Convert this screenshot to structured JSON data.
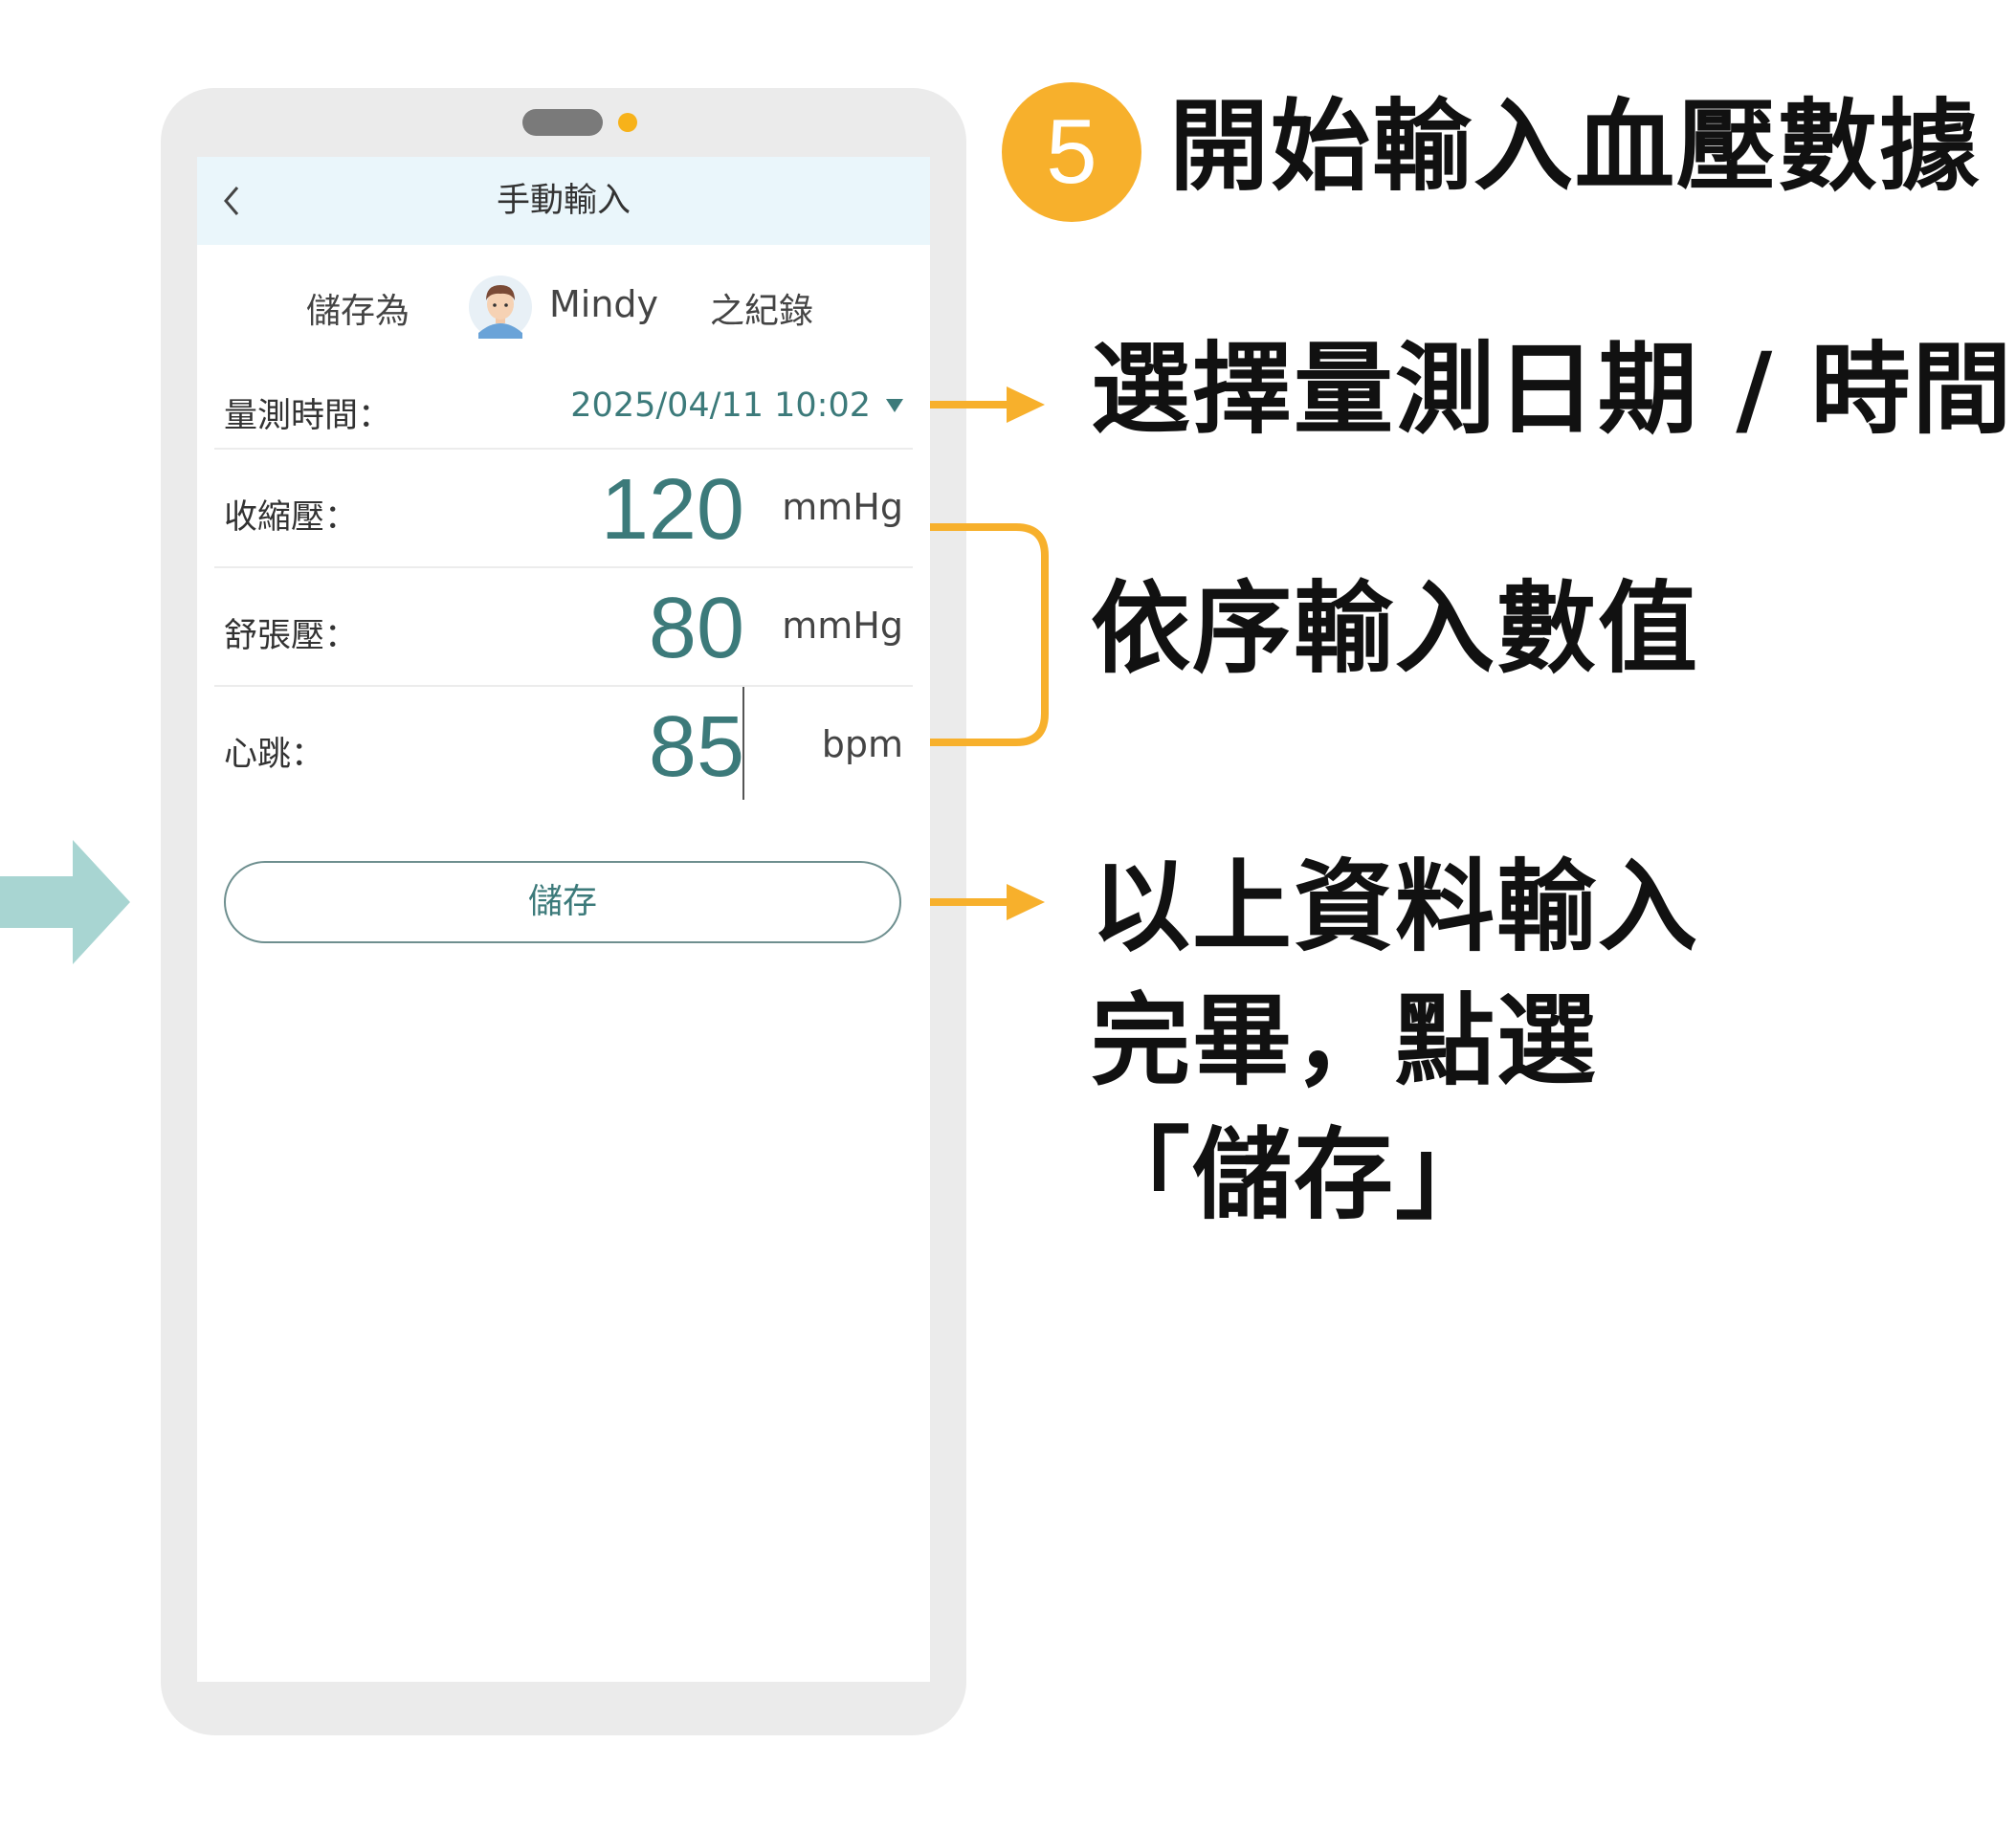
{
  "header": {
    "title": "手動輸入",
    "back_icon": "chevron-left-icon"
  },
  "save_as": {
    "prefix": "儲存為",
    "user": "Mindy",
    "suffix": "之紀錄"
  },
  "fields": {
    "time": {
      "label": "量測時間：",
      "value": "2025/04/11 10:02"
    },
    "systolic": {
      "label": "收縮壓：",
      "value": "120",
      "unit": "mmHg"
    },
    "diastolic": {
      "label": "舒張壓：",
      "value": "80",
      "unit": "mmHg"
    },
    "heartbeat": {
      "label": "心跳：",
      "value": "85",
      "unit": "bpm"
    }
  },
  "save_button": "儲存",
  "annotations": {
    "step_number": "5",
    "step_title": "開始輸入血壓數據",
    "date_time": "選擇量測日期 / 時間",
    "sequence": "依序輸入數值",
    "save_line1": "以上資料輸入",
    "save_line2": "完畢，點選",
    "save_line3": "「儲存」"
  },
  "colors": {
    "accent_orange": "#f7b02c",
    "value_teal": "#3c7a7a",
    "header_bg": "#eaf6fb",
    "left_arrow": "#a8d5d2"
  }
}
